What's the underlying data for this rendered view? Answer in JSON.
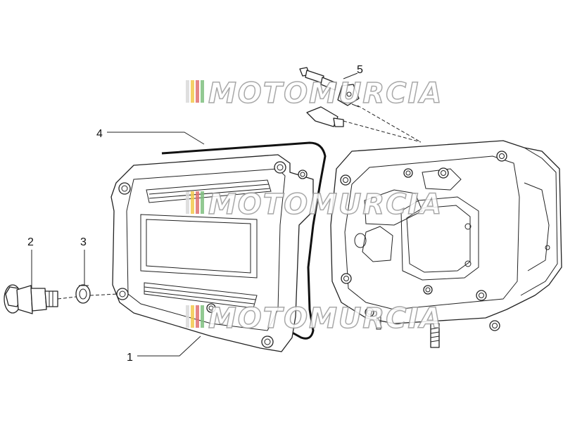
{
  "callouts": {
    "c1": "1",
    "c2": "2",
    "c3": "3",
    "c4": "4",
    "c5": "5"
  },
  "watermark": {
    "text": "MOTOMURCIA",
    "stripe_colors": [
      "#d9d9d9",
      "#f2c94c",
      "#e07070",
      "#7fbf7f"
    ]
  },
  "colors": {
    "line": "#222222",
    "background": "#ffffff",
    "watermark_outline": "#9a9a9a"
  }
}
